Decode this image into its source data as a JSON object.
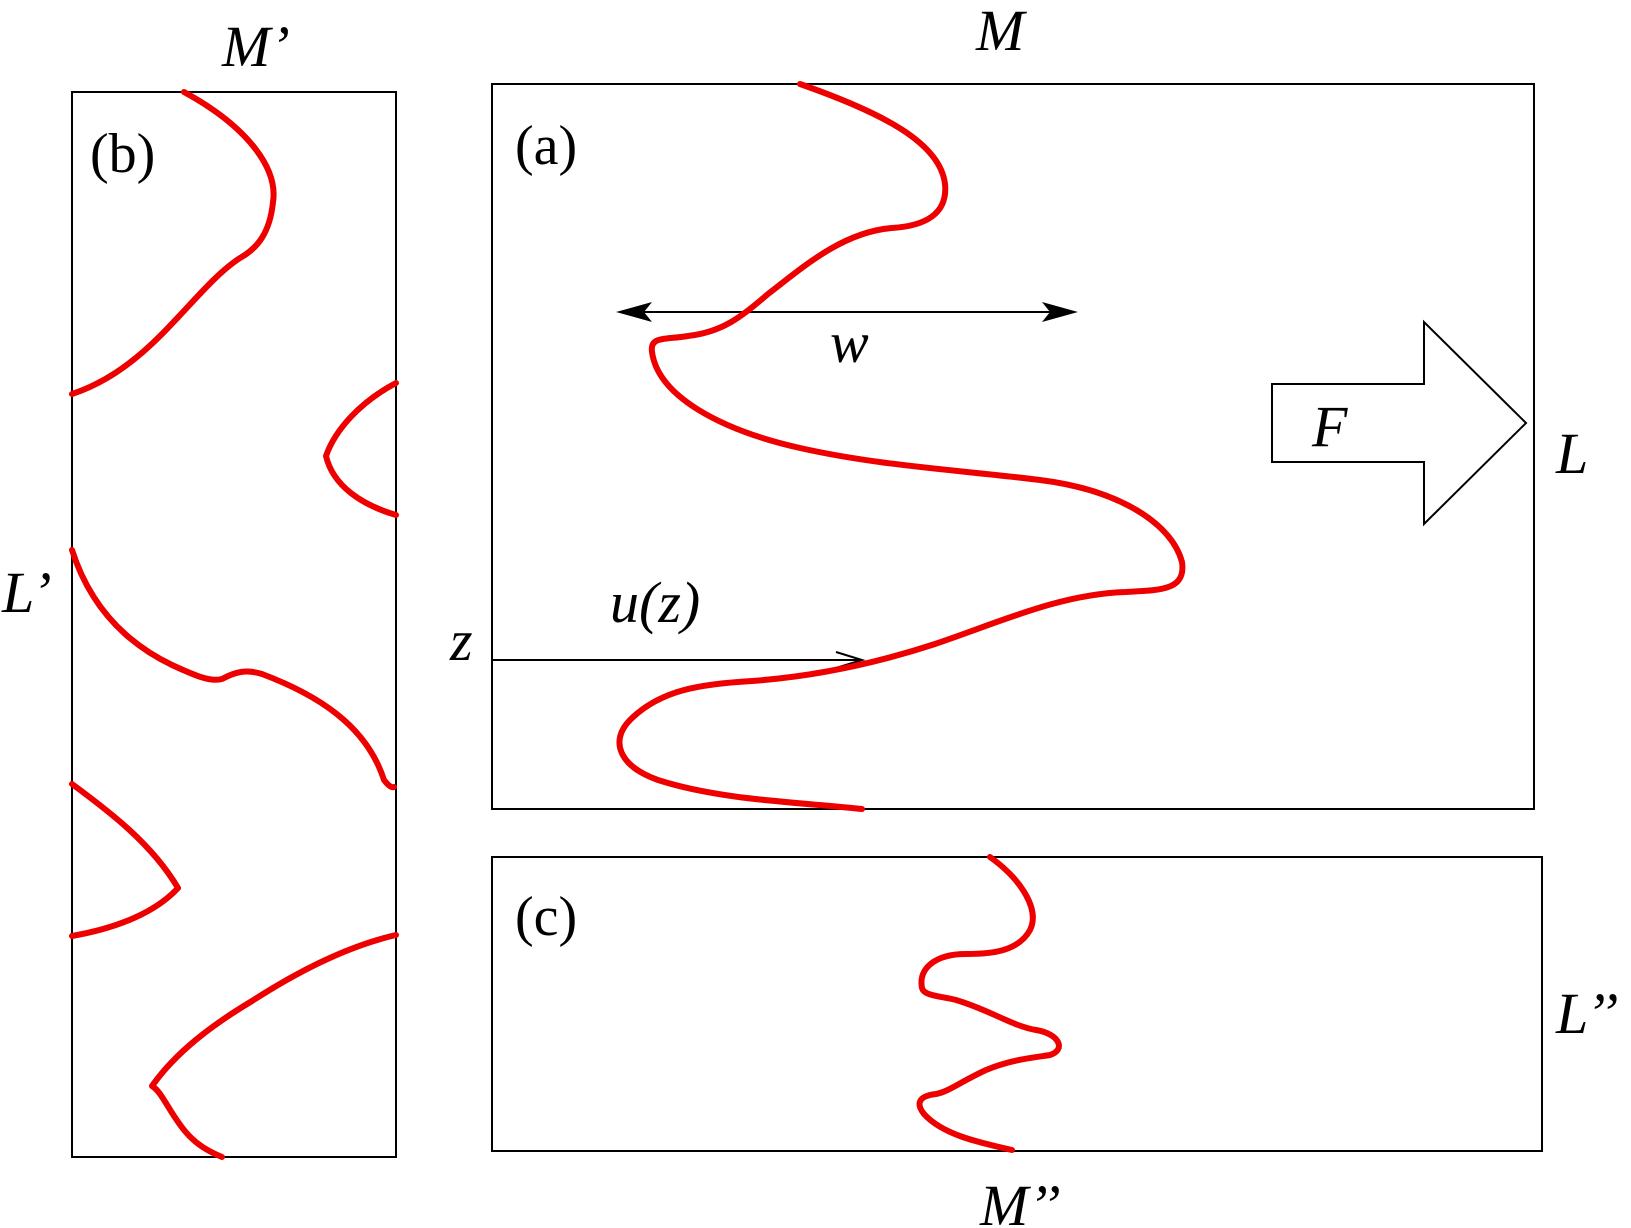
{
  "colors": {
    "curve": "#ee0000",
    "frame": "#000000",
    "background": "#ffffff"
  },
  "panel_a": {
    "panel_label": "(a)",
    "top_label": "M",
    "right_label": "L",
    "width_label": "w",
    "displacement_label": "u(z)",
    "coordinate_label": "z",
    "force_label": "F"
  },
  "panel_b": {
    "panel_label": "(b)",
    "top_label": "M’",
    "left_label": "L’"
  },
  "panel_c": {
    "panel_label": "(c)",
    "bottom_label": "M’’",
    "right_label": "L’’"
  }
}
